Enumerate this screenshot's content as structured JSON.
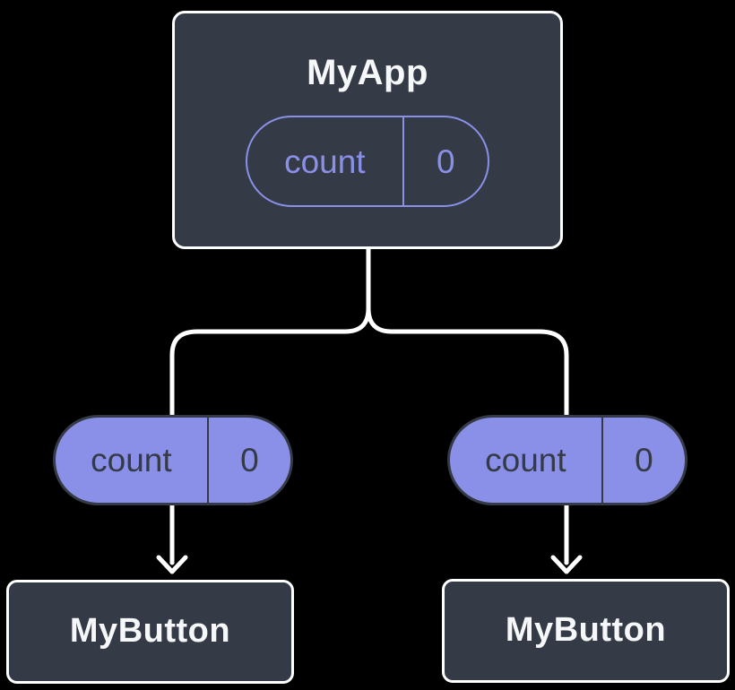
{
  "diagram": {
    "description": "React component tree: MyApp holds count state and passes it as a prop to two MyButton children",
    "colors": {
      "background": "#000000",
      "node_fill": "#343A46",
      "node_border": "#FFFFFF",
      "node_text": "#F6F7F9",
      "accent_purple": "#8A90E8",
      "pill_dark": "#343A46",
      "connector": "#FFFFFF"
    },
    "root": {
      "title": "MyApp",
      "state_pill": {
        "label": "count",
        "value": "0"
      }
    },
    "edges": {
      "left_prop_pill": {
        "label": "count",
        "value": "0"
      },
      "right_prop_pill": {
        "label": "count",
        "value": "0"
      }
    },
    "children": {
      "left": {
        "title": "MyButton"
      },
      "right": {
        "title": "MyButton"
      }
    }
  }
}
